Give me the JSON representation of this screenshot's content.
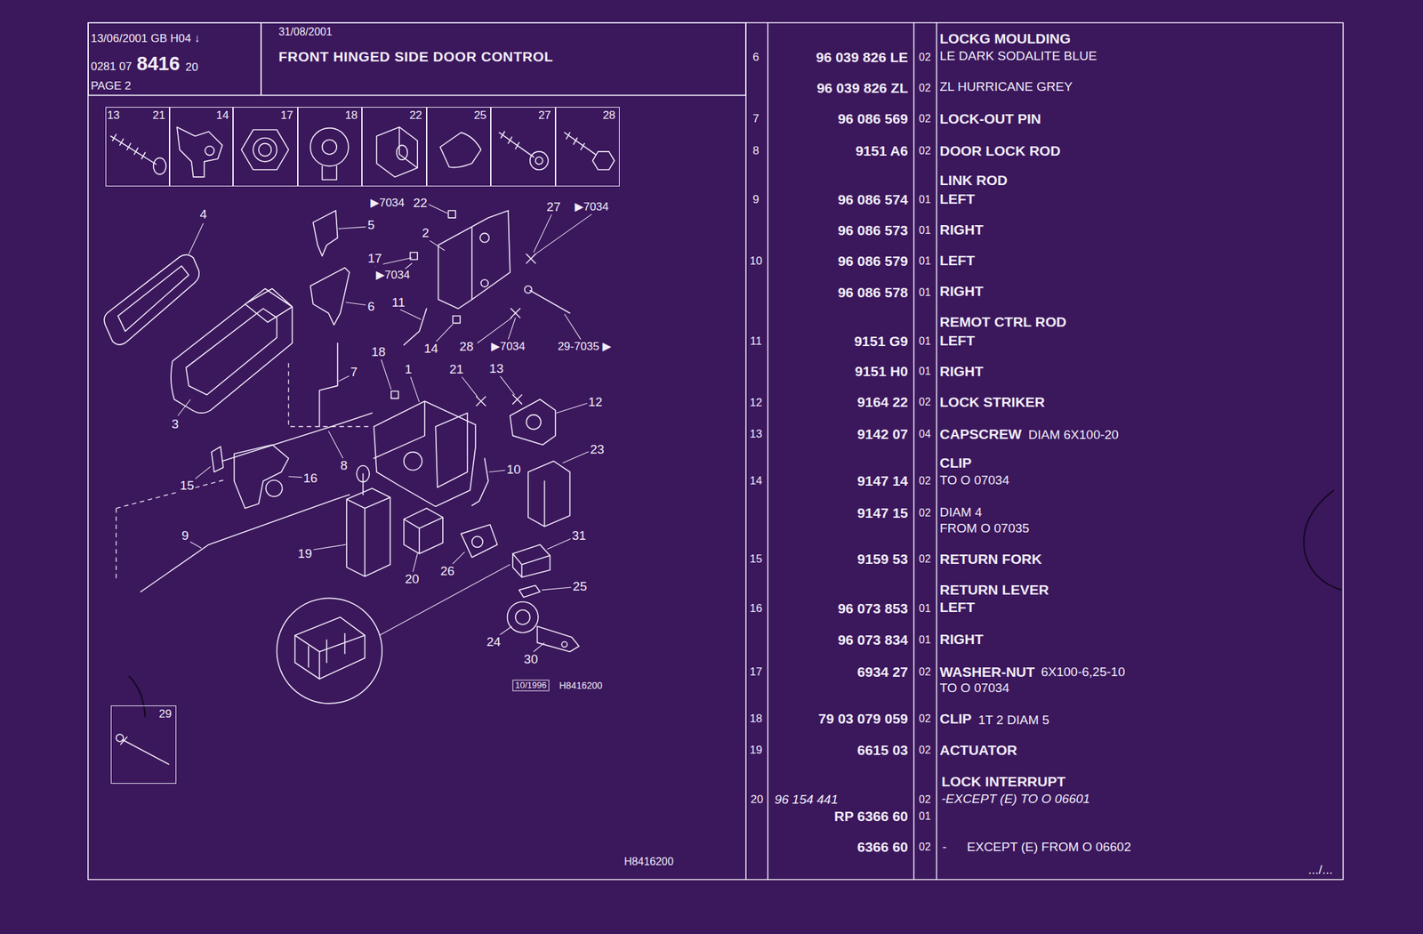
{
  "diagram": {
    "title": "FRONT HINGED SIDE DOOR CONTROL",
    "nodes": [
      {
        "text": [
          "13/06/2001 GB H04 ↓",
          "0281 07",
          "8416",
          "20",
          "PAGE 2"
        ]
      },
      {
        "text": [
          "31/08/2001"
        ]
      },
      {
        "text": [
          "13",
          "21"
        ]
      },
      {
        "text": [
          "14"
        ]
      },
      {
        "text": [
          "17"
        ]
      },
      {
        "text": [
          "18"
        ]
      },
      {
        "text": [
          "22"
        ]
      },
      {
        "text": [
          "25"
        ]
      },
      {
        "text": [
          "27"
        ]
      },
      {
        "text": [
          "28"
        ]
      },
      {
        "text": [
          "29"
        ]
      }
    ],
    "labels": [
      "6",
      "96 039 826 LE",
      "02",
      "LOCKG MOULDING",
      "LE DARK SODALITE BLUE",
      "96 039 826 ZL",
      "02",
      "ZL HURRICANE GREY",
      "7",
      "96 086 569",
      "02",
      "LOCK-OUT PIN",
      "8",
      "9151 A6",
      "02",
      "DOOR LOCK ROD",
      "LINK ROD",
      "9",
      "96 086 574",
      "01",
      "LEFT",
      "96 086 573",
      "01",
      "RIGHT",
      "10",
      "96 086 579",
      "01",
      "LEFT",
      "96 086 578",
      "01",
      "RIGHT",
      "REMOT CTRL ROD",
      "11",
      "9151 G9",
      "01",
      "LEFT",
      "9151 H0",
      "01",
      "RIGHT",
      "12",
      "9164 22",
      "02",
      "LOCK STRIKER",
      "13",
      "9142 07",
      "04",
      "CAPSCREW",
      "DIAM 6X100-20",
      "CLIP",
      "14",
      "9147 14",
      "02",
      "TO O 07034",
      "9147 15",
      "02",
      "DIAM 4",
      "FROM O 07035",
      "15",
      "9159 53",
      "02",
      "RETURN FORK",
      "RETURN LEVER",
      "16",
      "96 073 853",
      "01",
      "LEFT",
      "96 073 834",
      "01",
      "RIGHT",
      "17",
      "6934 27",
      "02",
      "WASHER-NUT",
      "6X100-6,25-10",
      "TO O 07034",
      "18",
      "79 03 079 059",
      "02",
      "CLIP",
      "1T 2 DIAM 5",
      "19",
      "6615 03",
      "02",
      "ACTUATOR",
      "LOCK INTERRUPT",
      "20",
      "96 154 441",
      "02",
      "-EXCEPT (E) TO O 06601",
      "RP 6366 60",
      "01",
      "6366 60",
      "02",
      "-",
      "EXCEPT (E) FROM O 06602",
      ".../...",
      "▶7034",
      "22",
      "27",
      "▶7034",
      "5",
      "4",
      "2",
      "17",
      "▶7034",
      "6",
      "11",
      "28",
      "▶7034",
      "29-7035 ▶",
      "3",
      "18",
      "1",
      "21",
      "13",
      "14",
      "7",
      "12",
      "23",
      "15",
      "16",
      "8",
      "10",
      "9",
      "19",
      "20",
      "26",
      "31",
      "25",
      "24",
      "30",
      "10/1996",
      "H8416200",
      "H8416200"
    ]
  }
}
